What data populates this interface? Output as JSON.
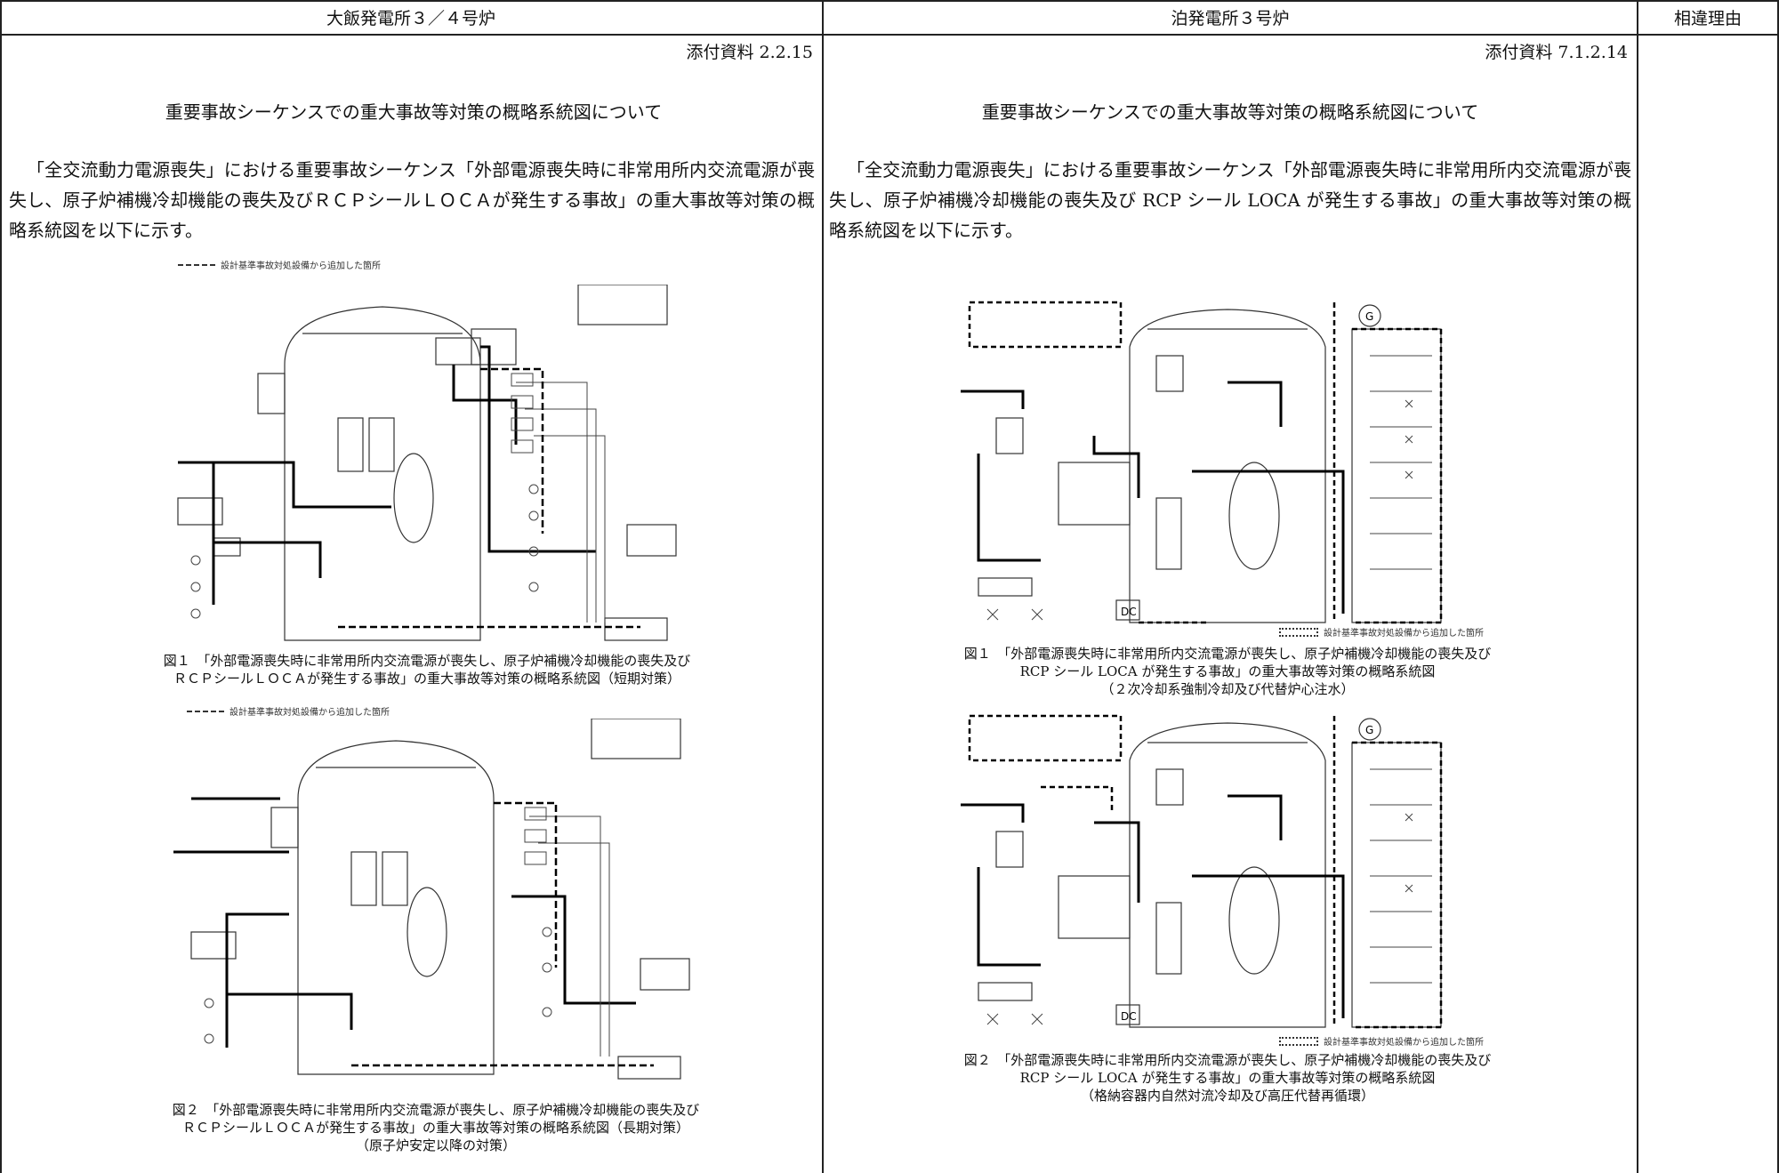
{
  "header": {
    "col_left": "大飯発電所３／４号炉",
    "col_mid": "泊発電所３号炉",
    "col_right": "相違理由"
  },
  "left": {
    "attachment": "添付資料 2.2.15",
    "title": "重要事故シーケンスでの重大事故等対策の概略系統図について",
    "paragraph": "「全交流動力電源喪失」における重要事故シーケンス「外部電源喪失時に非常用所内交流電源が喪失し、原子炉補機冷却機能の喪失及びＲＣＰシールＬＯＣＡが発生する事故」の重大事故等対策の概略系統図を以下に示す。",
    "legend": "設計基準事故対処設備から追加した箇所",
    "fig1_caption_line1": "図１　「外部電源喪失時に非常用所内交流電源が喪失し、原子炉補機冷却機能の喪失及び",
    "fig1_caption_line2": "ＲＣＰシールＬＯＣＡが発生する事故」の重大事故等対策の概略系統図（短期対策）",
    "fig2_caption_line1": "図２　「外部電源喪失時に非常用所内交流電源が喪失し、原子炉補機冷却機能の喪失及び",
    "fig2_caption_line2": "ＲＣＰシールＬＯＣＡが発生する事故」の重大事故等対策の概略系統図（長期対策）",
    "fig2_caption_line3": "（原子炉安定以降の対策）"
  },
  "right": {
    "attachment": "添付資料 7.1.2.14",
    "title": "重要事故シーケンスでの重大事故等対策の概略系統図について",
    "paragraph": "「全交流動力電源喪失」における重要事故シーケンス「外部電源喪失時に非常用所内交流電源が喪失し、原子炉補機冷却機能の喪失及び RCP シール LOCA が発生する事故」の重大事故等対策の概略系統図を以下に示す。",
    "legend": "設計基準事故対処設備から追加した箇所",
    "fig1_caption_line1": "図１　「外部電源喪失時に非常用所内交流電源が喪失し、原子炉補機冷却機能の喪失及び",
    "fig1_caption_line2": "RCP シール LOCA が発生する事故」の重大事故等対策の概略系統図",
    "fig1_caption_line3": "（２次冷却系強制冷却及び代替炉心注水）",
    "fig2_caption_line1": "図２　「外部電源喪失時に非常用所内交流電源が喪失し、原子炉補機冷却機能の喪失及び",
    "fig2_caption_line2": "RCP シール LOCA が発生する事故」の重大事故等対策の概略系統図",
    "fig2_caption_line3": "（格納容器内自然対流冷却及び高圧代替再循環）",
    "dc_label": "DC",
    "g_label": "G"
  }
}
